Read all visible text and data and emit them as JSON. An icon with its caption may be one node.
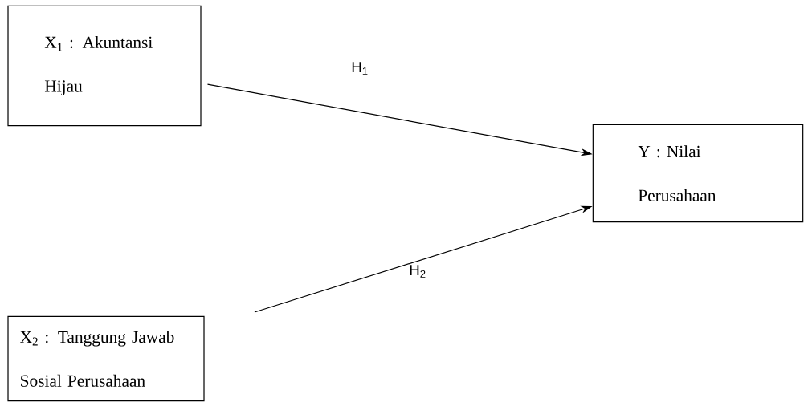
{
  "diagram": {
    "nodes": [
      {
        "text": [
          "X$_{1}$ : Akuntansi Hijau"
        ]
      },
      {
        "text": [
          "X$_{2}$ : Tanggung Jawab Sosial Perusahaan"
        ]
      },
      {
        "text": [
          "Y : Nilai Perusahaan"
        ]
      }
    ],
    "edges": [
      {
        "from": 0,
        "to": 2,
        "arrow": "to",
        "label": "H$_{1}$"
      },
      {
        "from": 1,
        "to": 2,
        "arrow": "to",
        "label": "H$_{2}$"
      }
    ]
  }
}
